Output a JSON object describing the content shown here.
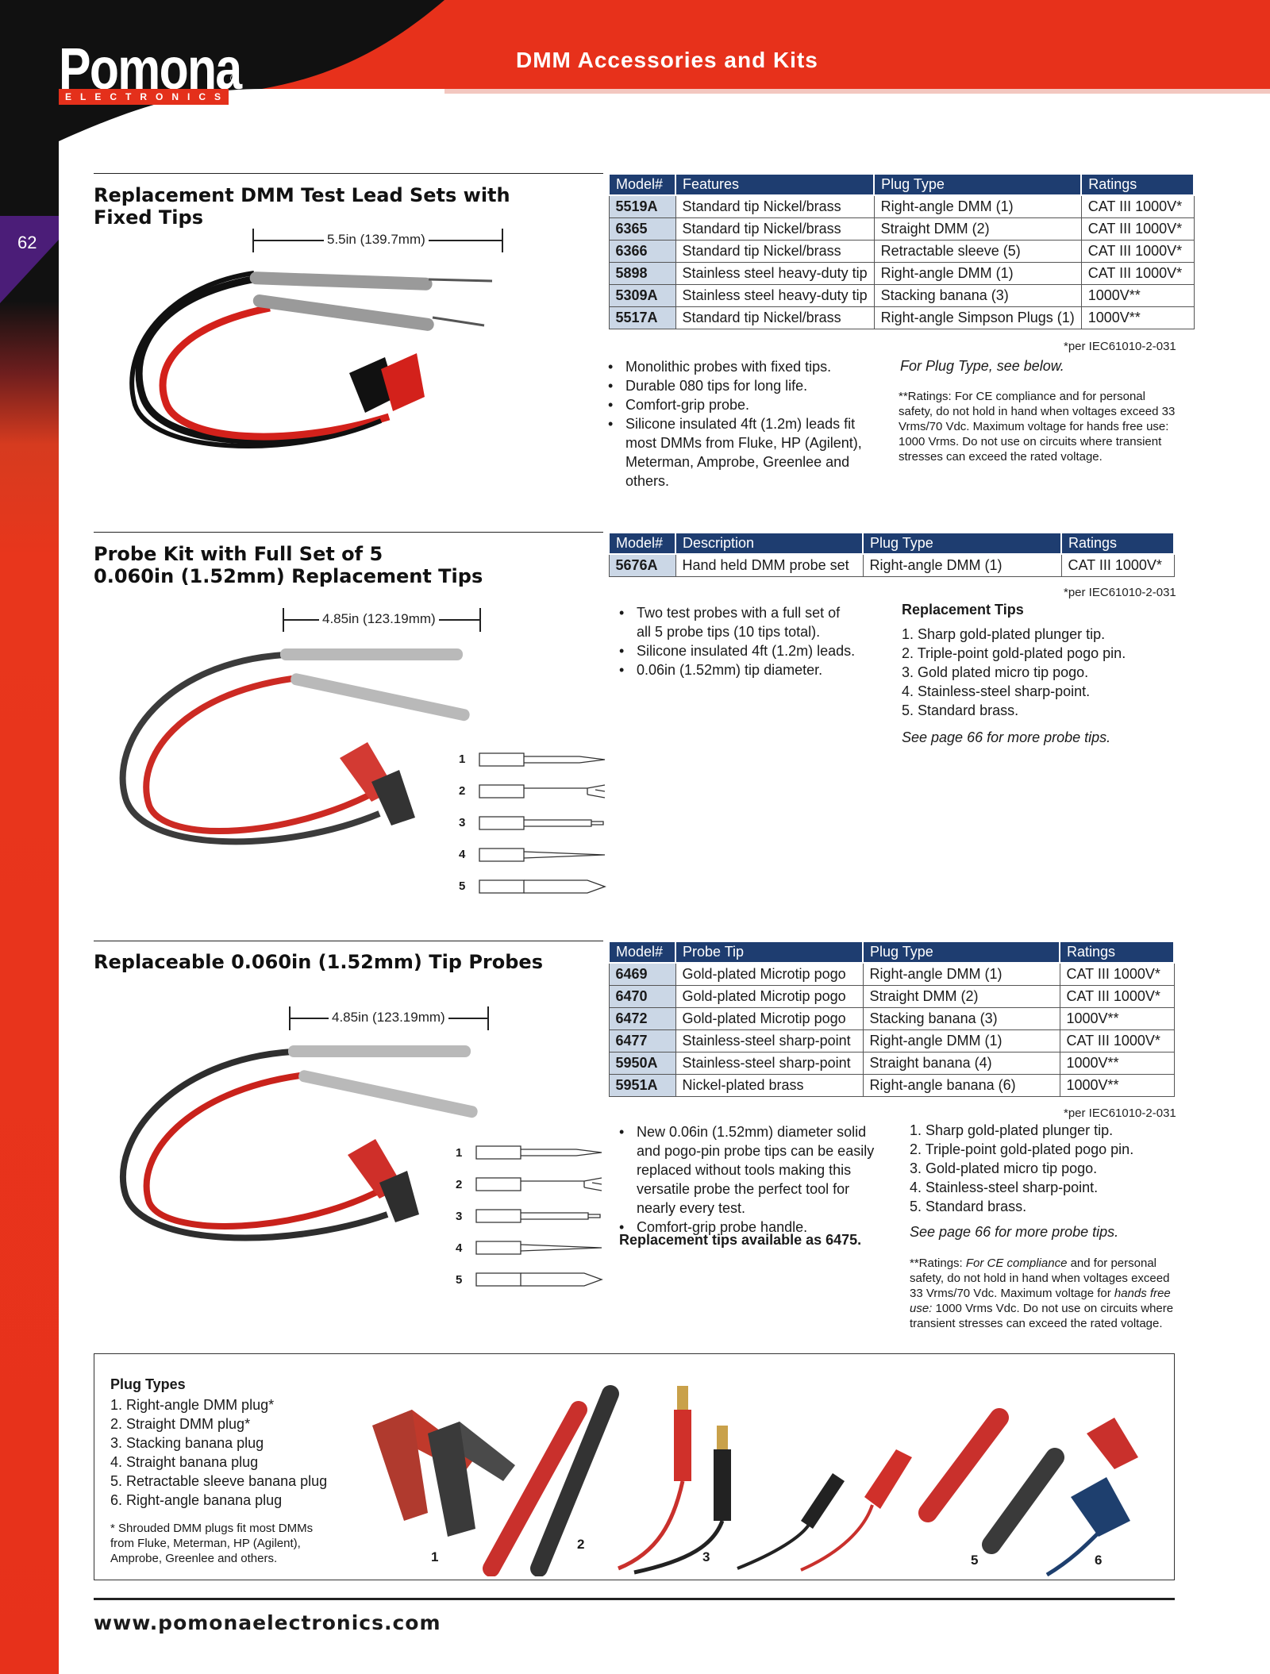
{
  "header": {
    "logo": "Pomona",
    "logo_reg": "®",
    "logo_sub": "ELECTRONICS",
    "title": "DMM Accessories and Kits",
    "page_number": "62",
    "brand_red": "#e4301b",
    "table_blue": "#1e3d70"
  },
  "section1": {
    "title_line1": "Replacement DMM Test Lead Sets with",
    "title_line2": "Fixed Tips",
    "dimension": "5.5in (139.7mm)",
    "headers": [
      "Model#",
      "Features",
      "Plug Type",
      "Ratings"
    ],
    "rows": [
      [
        "5519A",
        "Standard tip Nickel/brass",
        "Right-angle DMM (1)",
        "CAT III 1000V*"
      ],
      [
        "6365",
        "Standard tip Nickel/brass",
        "Straight DMM (2)",
        "CAT III 1000V*"
      ],
      [
        "6366",
        "Standard tip Nickel/brass",
        "Retractable sleeve (5)",
        "CAT III 1000V*"
      ],
      [
        "5898",
        "Stainless steel heavy-duty tip",
        "Right-angle DMM (1)",
        "CAT III 1000V*"
      ],
      [
        "5309A",
        "Stainless steel heavy-duty tip",
        "Stacking banana (3)",
        "1000V**"
      ],
      [
        "5517A",
        "Standard tip Nickel/brass",
        "Right-angle Simpson Plugs (1)",
        "1000V**"
      ]
    ],
    "iec_note": "*per IEC61010-2-031",
    "bullets": [
      "Monolithic probes with fixed tips.",
      "Durable 080 tips for long life.",
      "Comfort-grip probe.",
      "Silicone insulated 4ft (1.2m) leads fit most DMMs from Fluke, HP (Agilent), Meterman, Amprobe, Greenlee and others."
    ],
    "plug_type_note": "For Plug Type, see below.",
    "ratings_note": "**Ratings: For CE compliance and for personal safety, do not hold in hand when voltages exceed 33 Vrms/70 Vdc.  Maximum voltage for hands free use: 1000 Vrms.  Do not use on circuits where transient stresses can exceed the rated voltage."
  },
  "section2": {
    "title_line1": "Probe Kit with Full Set of 5",
    "title_line2": "0.060in (1.52mm) Replacement Tips",
    "dimension": "4.85in (123.19mm)",
    "headers": [
      "Model#",
      "Description",
      "Plug Type",
      "Ratings"
    ],
    "rows": [
      [
        "5676A",
        "Hand held DMM probe set",
        "Right-angle DMM (1)",
        "CAT III 1000V*"
      ]
    ],
    "iec_note": "*per IEC61010-2-031",
    "bullets": [
      "Two test probes with a full set of all 5 probe tips (10 tips total).",
      "Silicone insulated 4ft (1.2m) leads.",
      "0.06in (1.52mm) tip diameter."
    ],
    "tips_heading": "Replacement Tips",
    "tips": [
      "1. Sharp gold-plated plunger tip.",
      "2. Triple-point gold-plated pogo pin.",
      "3. Gold plated micro tip pogo.",
      "4. Stainless-steel sharp-point.",
      "5. Standard brass."
    ],
    "see_page": "See page 66 for more probe tips.",
    "tip_numbers": [
      "1",
      "2",
      "3",
      "4",
      "5"
    ]
  },
  "section3": {
    "title": "Replaceable 0.060in (1.52mm) Tip Probes",
    "dimension": "4.85in (123.19mm)",
    "headers": [
      "Model#",
      "Probe Tip",
      "Plug Type",
      "Ratings"
    ],
    "rows": [
      [
        "6469",
        "Gold-plated Microtip pogo",
        "Right-angle DMM (1)",
        "CAT III 1000V*"
      ],
      [
        "6470",
        "Gold-plated Microtip pogo",
        "Straight DMM (2)",
        "CAT III 1000V*"
      ],
      [
        "6472",
        "Gold-plated Microtip pogo",
        "Stacking banana (3)",
        "1000V**"
      ],
      [
        "6477",
        "Stainless-steel sharp-point",
        "Right-angle DMM (1)",
        "CAT III 1000V*"
      ],
      [
        "5950A",
        "Stainless-steel sharp-point",
        "Straight banana (4)",
        "1000V**"
      ],
      [
        "5951A",
        "Nickel-plated brass",
        "Right-angle banana (6)",
        "1000V**"
      ]
    ],
    "iec_note": "*per IEC61010-2-031",
    "bullets": [
      "New 0.06in (1.52mm) diameter solid and pogo-pin probe tips can be easily replaced without tools making this versatile probe the perfect tool for nearly every test.",
      "Comfort-grip probe handle."
    ],
    "replacement_note": "Replacement tips available as 6475.",
    "tips": [
      "1. Sharp gold-plated plunger tip.",
      "2. Triple-point gold-plated pogo pin.",
      "3. Gold-plated micro tip pogo.",
      "4. Stainless-steel sharp-point.",
      "5. Standard brass."
    ],
    "see_page": "See page 66 for more probe tips.",
    "ratings_prefix": "**Ratings: ",
    "ratings_italic1": "For CE compliance",
    "ratings_mid": " and for personal safety, do not hold in hand when voltages exceed 33 Vrms/70 Vdc.  Maximum voltage for ",
    "ratings_italic2": "hands free use:",
    "ratings_end": " 1000 Vrms Vdc.  Do not use on circuits where transient stresses can exceed the rated voltage.",
    "tip_numbers": [
      "1",
      "2",
      "3",
      "4",
      "5"
    ]
  },
  "plug_types": {
    "heading": "Plug Types",
    "items": [
      "1. Right-angle DMM plug*",
      "2. Straight DMM plug*",
      "3. Stacking banana plug",
      "4. Straight banana plug",
      "5. Retractable sleeve banana plug",
      "6. Right-angle banana plug"
    ],
    "footnote": "* Shrouded DMM plugs fit most DMMs from Fluke, Meterman, HP (Agilent), Amprobe, Greenlee and others.",
    "photo_labels": [
      "1",
      "2",
      "3",
      "5",
      "6"
    ]
  },
  "footer": {
    "url": "www.pomonaelectronics.com"
  }
}
